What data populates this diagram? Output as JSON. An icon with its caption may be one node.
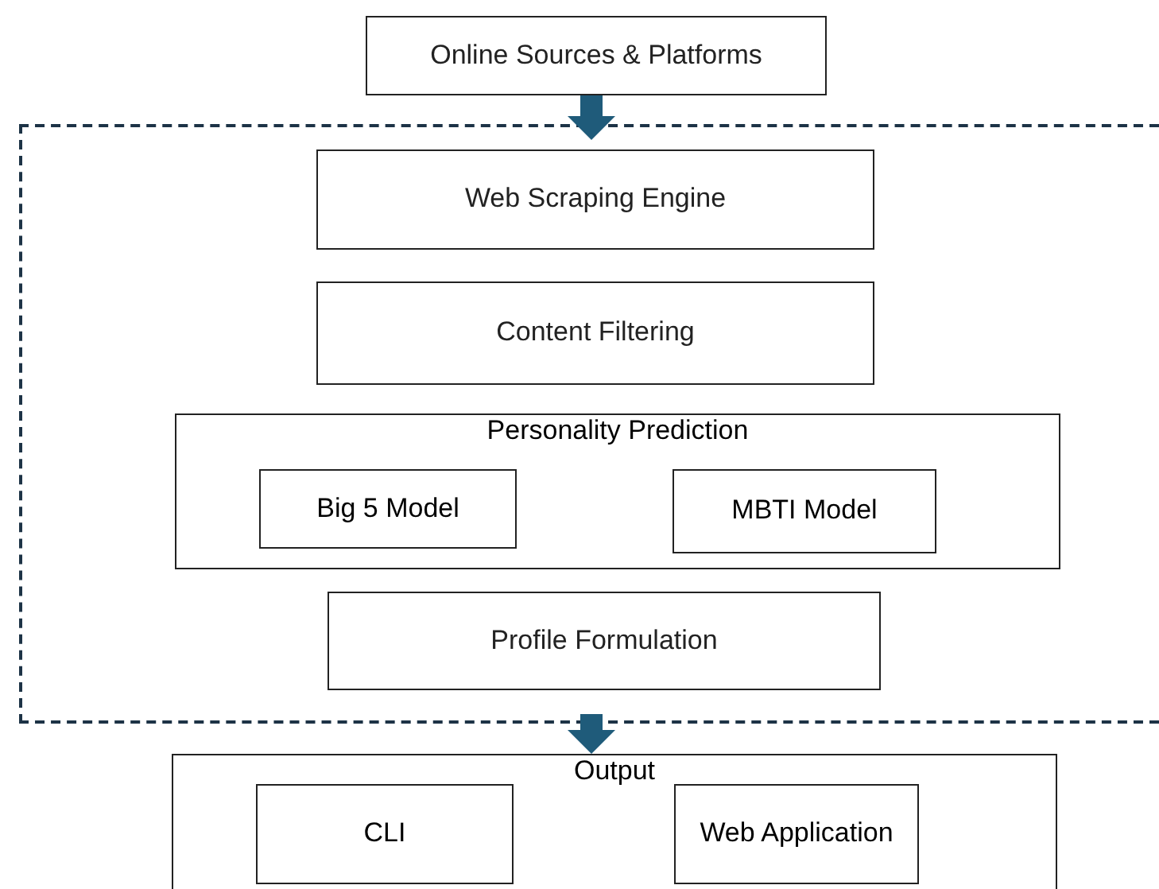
{
  "diagram": {
    "nodes": [
      {
        "text": [
          "Online Sources & Platforms"
        ]
      },
      {
        "text": [],
        "shape": "box"
      },
      {
        "text": [
          "Web Scraping Engine"
        ],
        "in": 1
      },
      {
        "text": [
          "Content Filtering"
        ],
        "in": 1
      },
      {
        "text": [
          "Personality Prediction"
        ],
        "in": 1
      },
      {
        "text": [
          "Big 5 Model"
        ],
        "in": 4
      },
      {
        "text": [
          "MBTI Model"
        ],
        "in": 4
      },
      {
        "text": [
          "Profile Formulation"
        ],
        "in": 1
      },
      {
        "text": [
          "Output"
        ]
      },
      {
        "text": [
          "CLI"
        ],
        "in": 8
      },
      {
        "text": [
          "Web Application"
        ],
        "in": 8
      }
    ],
    "edges": [
      {
        "from": 0,
        "to": 1,
        "arrow": "to"
      },
      {
        "from": 1,
        "to": 8,
        "arrow": "to"
      }
    ]
  }
}
